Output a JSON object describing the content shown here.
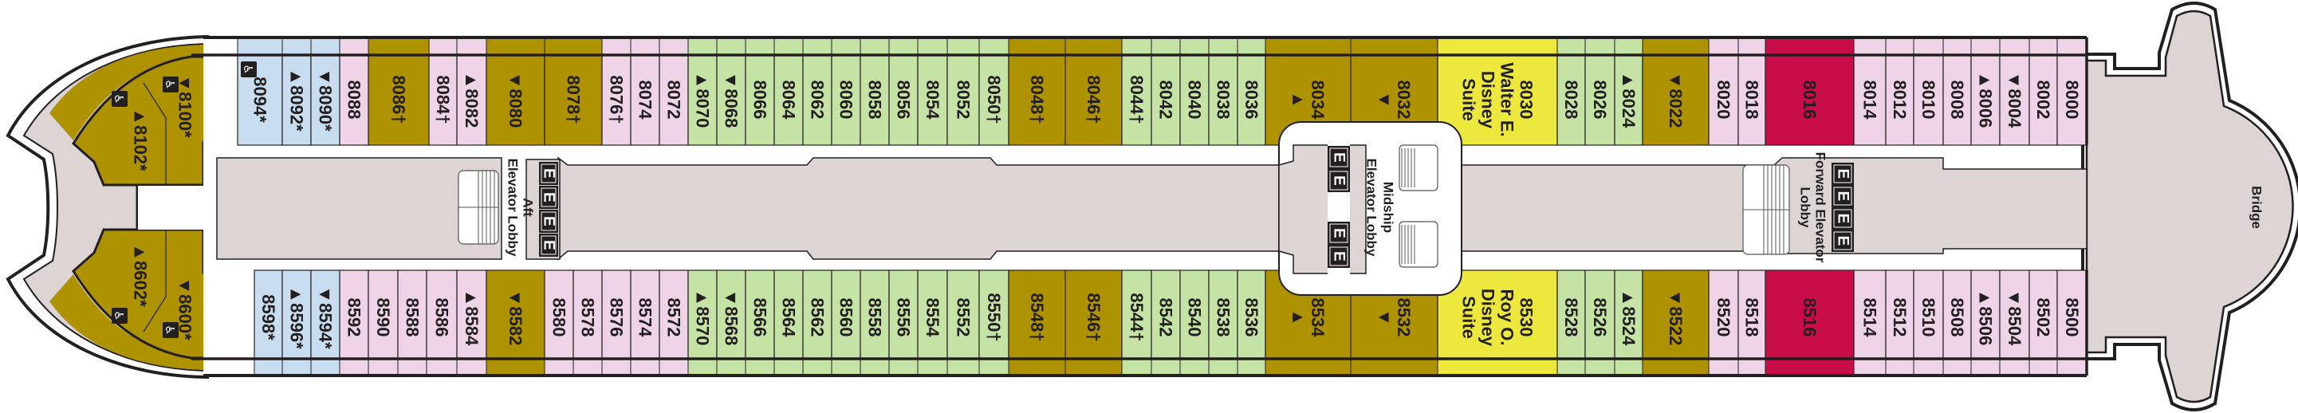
{
  "colors": {
    "olive": "#ae9200",
    "blue": "#c9ddf0",
    "pink": "#efd3e7",
    "green": "#c6e3a6",
    "yellow": "#ede83e",
    "red": "#c90d48",
    "deck": "#dcd5d3",
    "outline": "#231f20"
  },
  "icons": {
    "accessible": "accessible-icon",
    "elevator": "E",
    "stairs": "stairs-icon"
  },
  "stern": {
    "top": [
      {
        "label": "▼8100*",
        "cat": "olive",
        "accessible": true
      },
      {
        "label": "▲8102*",
        "cat": "olive",
        "accessible": true
      }
    ],
    "bottom": [
      {
        "label": "▼8600*",
        "cat": "olive",
        "accessible": true
      },
      {
        "label": "▲8602*",
        "cat": "olive",
        "accessible": true
      }
    ]
  },
  "cabins": {
    "top": [
      {
        "lines": [
          "8094*"
        ],
        "cat": "blue",
        "accessible": true
      },
      {
        "lines": [
          "▲8092*"
        ],
        "cat": "blue"
      },
      {
        "lines": [
          "▼8090*"
        ],
        "cat": "blue"
      },
      {
        "lines": [
          "8088"
        ],
        "cat": "pink"
      },
      {
        "lines": [
          "8086†"
        ],
        "cat": "olive"
      },
      {
        "lines": [
          "8084†"
        ],
        "cat": "pink"
      },
      {
        "lines": [
          "▲8082"
        ],
        "cat": "pink"
      },
      {
        "lines": [
          "▼8080"
        ],
        "cat": "olive"
      },
      {
        "lines": [
          "8078†"
        ],
        "cat": "olive"
      },
      {
        "lines": [
          "8076†"
        ],
        "cat": "pink"
      },
      {
        "lines": [
          "8074"
        ],
        "cat": "pink"
      },
      {
        "lines": [
          "8072"
        ],
        "cat": "pink"
      },
      {
        "lines": [
          "▲8070"
        ],
        "cat": "green"
      },
      {
        "lines": [
          "▼8068"
        ],
        "cat": "green"
      },
      {
        "lines": [
          "8066"
        ],
        "cat": "green"
      },
      {
        "lines": [
          "8064"
        ],
        "cat": "green"
      },
      {
        "lines": [
          "8062"
        ],
        "cat": "green"
      },
      {
        "lines": [
          "8060"
        ],
        "cat": "green"
      },
      {
        "lines": [
          "8058"
        ],
        "cat": "green"
      },
      {
        "lines": [
          "8056"
        ],
        "cat": "green"
      },
      {
        "lines": [
          "8054"
        ],
        "cat": "green"
      },
      {
        "lines": [
          "8052"
        ],
        "cat": "green"
      },
      {
        "lines": [
          "8050†"
        ],
        "cat": "green"
      },
      {
        "lines": [
          "8048†"
        ],
        "cat": "olive"
      },
      {
        "lines": [
          "8046†"
        ],
        "cat": "olive"
      },
      {
        "lines": [
          "8044†"
        ],
        "cat": "green"
      },
      {
        "lines": [
          "8042"
        ],
        "cat": "green"
      },
      {
        "lines": [
          "8040"
        ],
        "cat": "green"
      },
      {
        "lines": [
          "8038"
        ],
        "cat": "green"
      },
      {
        "lines": [
          "8036"
        ],
        "cat": "green"
      },
      {
        "lines": [
          "8034",
          "▲"
        ],
        "cat": "olive"
      },
      {
        "lines": [
          "8032",
          "▼"
        ],
        "cat": "olive"
      },
      {
        "lines": [
          "8030",
          "Walter E.",
          "Disney",
          "Suite"
        ],
        "cat": "yellow"
      },
      {
        "lines": [
          "8028"
        ],
        "cat": "green"
      },
      {
        "lines": [
          "8026"
        ],
        "cat": "green"
      },
      {
        "lines": [
          "▲8024"
        ],
        "cat": "green"
      },
      {
        "lines": [
          "▼8022"
        ],
        "cat": "olive"
      },
      {
        "lines": [
          "8020"
        ],
        "cat": "pink"
      },
      {
        "lines": [
          "8018"
        ],
        "cat": "pink"
      },
      {
        "lines": [
          "8016"
        ],
        "cat": "red"
      },
      {
        "lines": [
          "8014"
        ],
        "cat": "pink"
      },
      {
        "lines": [
          "8012"
        ],
        "cat": "pink"
      },
      {
        "lines": [
          "8010"
        ],
        "cat": "pink"
      },
      {
        "lines": [
          "8008"
        ],
        "cat": "pink"
      },
      {
        "lines": [
          "▲8006"
        ],
        "cat": "pink"
      },
      {
        "lines": [
          "▼8004"
        ],
        "cat": "pink"
      },
      {
        "lines": [
          "8002"
        ],
        "cat": "pink"
      },
      {
        "lines": [
          "8000"
        ],
        "cat": "pink"
      }
    ],
    "bottom": [
      {
        "lines": [
          "8598*"
        ],
        "cat": "blue"
      },
      {
        "lines": [
          "▲8596*"
        ],
        "cat": "blue"
      },
      {
        "lines": [
          "▼8594*"
        ],
        "cat": "blue"
      },
      {
        "lines": [
          "8592"
        ],
        "cat": "pink"
      },
      {
        "lines": [
          "8590"
        ],
        "cat": "pink"
      },
      {
        "lines": [
          "8588"
        ],
        "cat": "pink"
      },
      {
        "lines": [
          "8586"
        ],
        "cat": "pink"
      },
      {
        "lines": [
          "▲8584"
        ],
        "cat": "pink"
      },
      {
        "lines": [
          "▼8582"
        ],
        "cat": "olive"
      },
      {
        "lines": [
          "8580"
        ],
        "cat": "pink"
      },
      {
        "lines": [
          "8578"
        ],
        "cat": "pink"
      },
      {
        "lines": [
          "8576"
        ],
        "cat": "pink"
      },
      {
        "lines": [
          "8574"
        ],
        "cat": "pink"
      },
      {
        "lines": [
          "8572"
        ],
        "cat": "pink"
      },
      {
        "lines": [
          "▲8570"
        ],
        "cat": "green"
      },
      {
        "lines": [
          "▼8568"
        ],
        "cat": "green"
      },
      {
        "lines": [
          "8566"
        ],
        "cat": "green"
      },
      {
        "lines": [
          "8564"
        ],
        "cat": "green"
      },
      {
        "lines": [
          "8562"
        ],
        "cat": "green"
      },
      {
        "lines": [
          "8560"
        ],
        "cat": "green"
      },
      {
        "lines": [
          "8558"
        ],
        "cat": "green"
      },
      {
        "lines": [
          "8556"
        ],
        "cat": "green"
      },
      {
        "lines": [
          "8554"
        ],
        "cat": "green"
      },
      {
        "lines": [
          "8552"
        ],
        "cat": "green"
      },
      {
        "lines": [
          "8550†"
        ],
        "cat": "green"
      },
      {
        "lines": [
          "8548†"
        ],
        "cat": "olive"
      },
      {
        "lines": [
          "8546†"
        ],
        "cat": "olive"
      },
      {
        "lines": [
          "8544†"
        ],
        "cat": "green"
      },
      {
        "lines": [
          "8542"
        ],
        "cat": "green"
      },
      {
        "lines": [
          "8540"
        ],
        "cat": "green"
      },
      {
        "lines": [
          "8538"
        ],
        "cat": "green"
      },
      {
        "lines": [
          "8536"
        ],
        "cat": "green"
      },
      {
        "lines": [
          "8534",
          "▲"
        ],
        "cat": "olive"
      },
      {
        "lines": [
          "8532",
          "▼"
        ],
        "cat": "olive"
      },
      {
        "lines": [
          "8530",
          "Roy O.",
          "Disney",
          "Suite"
        ],
        "cat": "yellow"
      },
      {
        "lines": [
          "8528"
        ],
        "cat": "green"
      },
      {
        "lines": [
          "8526"
        ],
        "cat": "green"
      },
      {
        "lines": [
          "▲8524"
        ],
        "cat": "green"
      },
      {
        "lines": [
          "▼8522"
        ],
        "cat": "olive"
      },
      {
        "lines": [
          "8520"
        ],
        "cat": "pink"
      },
      {
        "lines": [
          "8518"
        ],
        "cat": "pink"
      },
      {
        "lines": [
          "8516"
        ],
        "cat": "red"
      },
      {
        "lines": [
          "8514"
        ],
        "cat": "pink"
      },
      {
        "lines": [
          "8512"
        ],
        "cat": "pink"
      },
      {
        "lines": [
          "8510"
        ],
        "cat": "pink"
      },
      {
        "lines": [
          "8508"
        ],
        "cat": "pink"
      },
      {
        "lines": [
          "▲8506"
        ],
        "cat": "pink"
      },
      {
        "lines": [
          "▼8504"
        ],
        "cat": "pink"
      },
      {
        "lines": [
          "8502"
        ],
        "cat": "pink"
      },
      {
        "lines": [
          "8500"
        ],
        "cat": "pink"
      }
    ]
  },
  "lobbies": {
    "aft": {
      "line1": "Aft",
      "line2": "Elevator Lobby"
    },
    "midship": {
      "line1": "Midship",
      "line2": "Elevator Lobby"
    },
    "forward": {
      "line1": "Forward Elevator",
      "line2": "Lobby"
    }
  },
  "elevator_label": "E",
  "bridge_label": "Bridge"
}
